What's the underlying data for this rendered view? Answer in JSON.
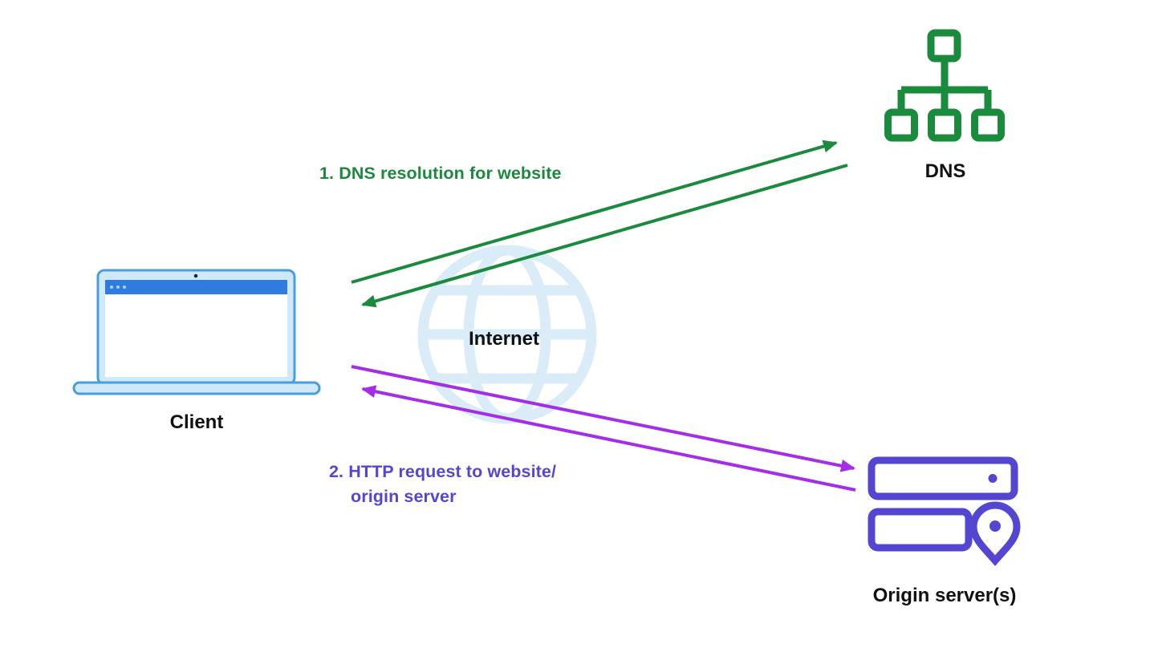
{
  "diagram": {
    "nodes": {
      "client": {
        "label": "Client"
      },
      "internet": {
        "label": "Internet"
      },
      "dns": {
        "label": "DNS"
      },
      "origin": {
        "label": "Origin server(s)"
      }
    },
    "steps": {
      "dns_resolution": {
        "label": "1. DNS resolution for website"
      },
      "http_request": {
        "line1": "2. HTTP request to website/",
        "line2": "origin server"
      }
    }
  },
  "colors": {
    "green": "#1a8a3c",
    "purple": "#a32ee8",
    "indigo": "#5546d1",
    "globe": "#daecf8",
    "laptop-fill": "#cfe9fa",
    "laptop-stroke": "#4a9ddb",
    "laptop-bar": "#2e7ce0",
    "label": "#111111"
  }
}
